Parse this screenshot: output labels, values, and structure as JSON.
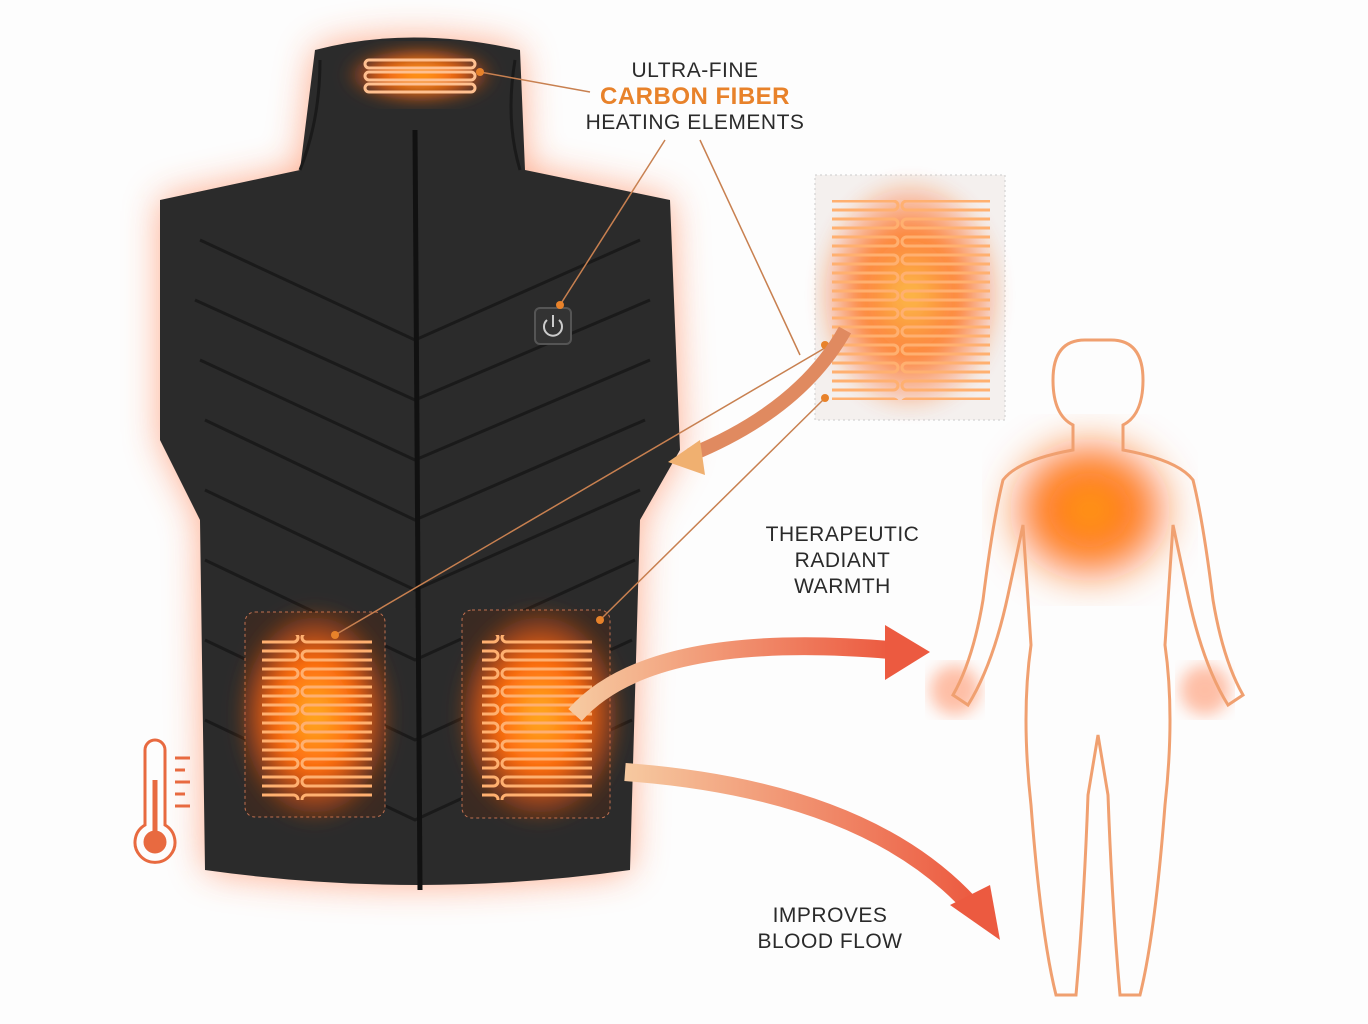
{
  "callouts": {
    "heating": {
      "line1": "ULTRA-FINE",
      "line2": "CARBON FIBER",
      "line3": "HEATING ELEMENTS"
    },
    "warmth": {
      "line1": "THERAPEUTIC",
      "line2": "RADIANT",
      "line3": "WARMTH"
    },
    "blood": {
      "line1": "IMPROVES",
      "line2": "BLOOD FLOW"
    }
  },
  "icons": [
    "power-button-icon",
    "thermometer-icon",
    "human-body-icon",
    "heated-vest-icon"
  ],
  "colors": {
    "accent": "#e8822a",
    "glow": "#ff5a1a",
    "vest": "#2b2b2b",
    "arrow": "#ee6a4a"
  }
}
